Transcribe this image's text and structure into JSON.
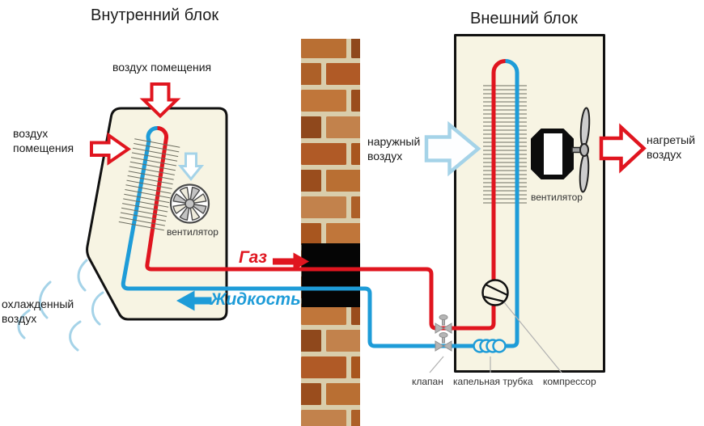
{
  "indoor": {
    "title": "Внутренний блок",
    "room_air_top": "воздух помещения",
    "room_air_left": "воздух\nпомещения",
    "fan_label": "вентилятор",
    "cooled_air": "охлажденный\nвоздух"
  },
  "pipes": {
    "gas": "Газ",
    "liquid": "Жидкость"
  },
  "outdoor": {
    "title": "Внешний блок",
    "outside_air": "наружный\nвоздух",
    "fan_label": "вентилятор",
    "heated_air": "нагретый\nвоздух",
    "valve_label": "клапан",
    "capillary_label": "капельная трубка",
    "compressor_label": "компрессор"
  },
  "colors": {
    "red": "#e0151f",
    "blue": "#1e9cd8",
    "light_blue": "#a5d3e8",
    "cream": "#f7f4e3",
    "outline_black": "#111111",
    "metal_gray": "#b5b5b5",
    "fin_gray": "#6e6e60",
    "mortar": "#d9cdab",
    "leader_gray": "#b0b0b0",
    "label_black": "#1a1a1a",
    "brick_palette": [
      "#b05a26",
      "#a8561f",
      "#c0763a",
      "#9a4d1d",
      "#b96f33",
      "#8f481c",
      "#c2824c",
      "#ad6028"
    ]
  }
}
